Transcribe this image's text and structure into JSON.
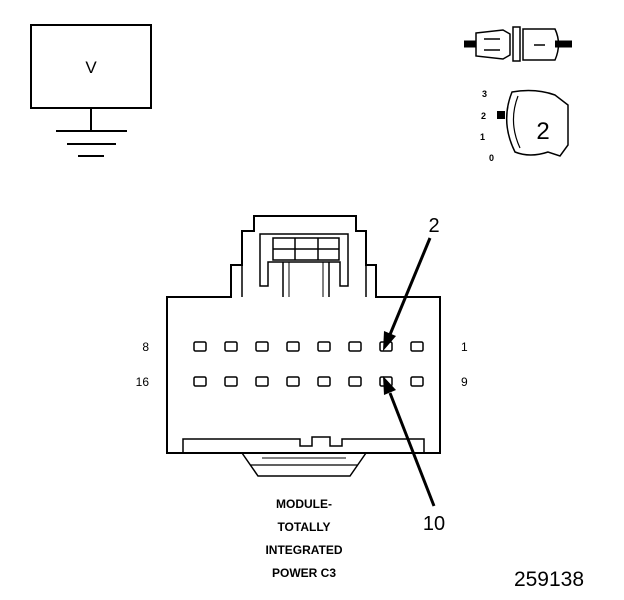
{
  "meter": {
    "symbol": "V"
  },
  "ignition": {
    "positions": [
      "3",
      "2",
      "1",
      "0"
    ],
    "selected": "2"
  },
  "connector": {
    "pin_labels": {
      "top_left": "8",
      "top_right": "1",
      "bottom_left": "16",
      "bottom_right": "9"
    },
    "callouts": {
      "top": "2",
      "bottom": "10"
    },
    "name_lines": [
      "MODULE-",
      "TOTALLY",
      "INTEGRATED",
      "POWER C3"
    ]
  },
  "figure_id": "259138"
}
